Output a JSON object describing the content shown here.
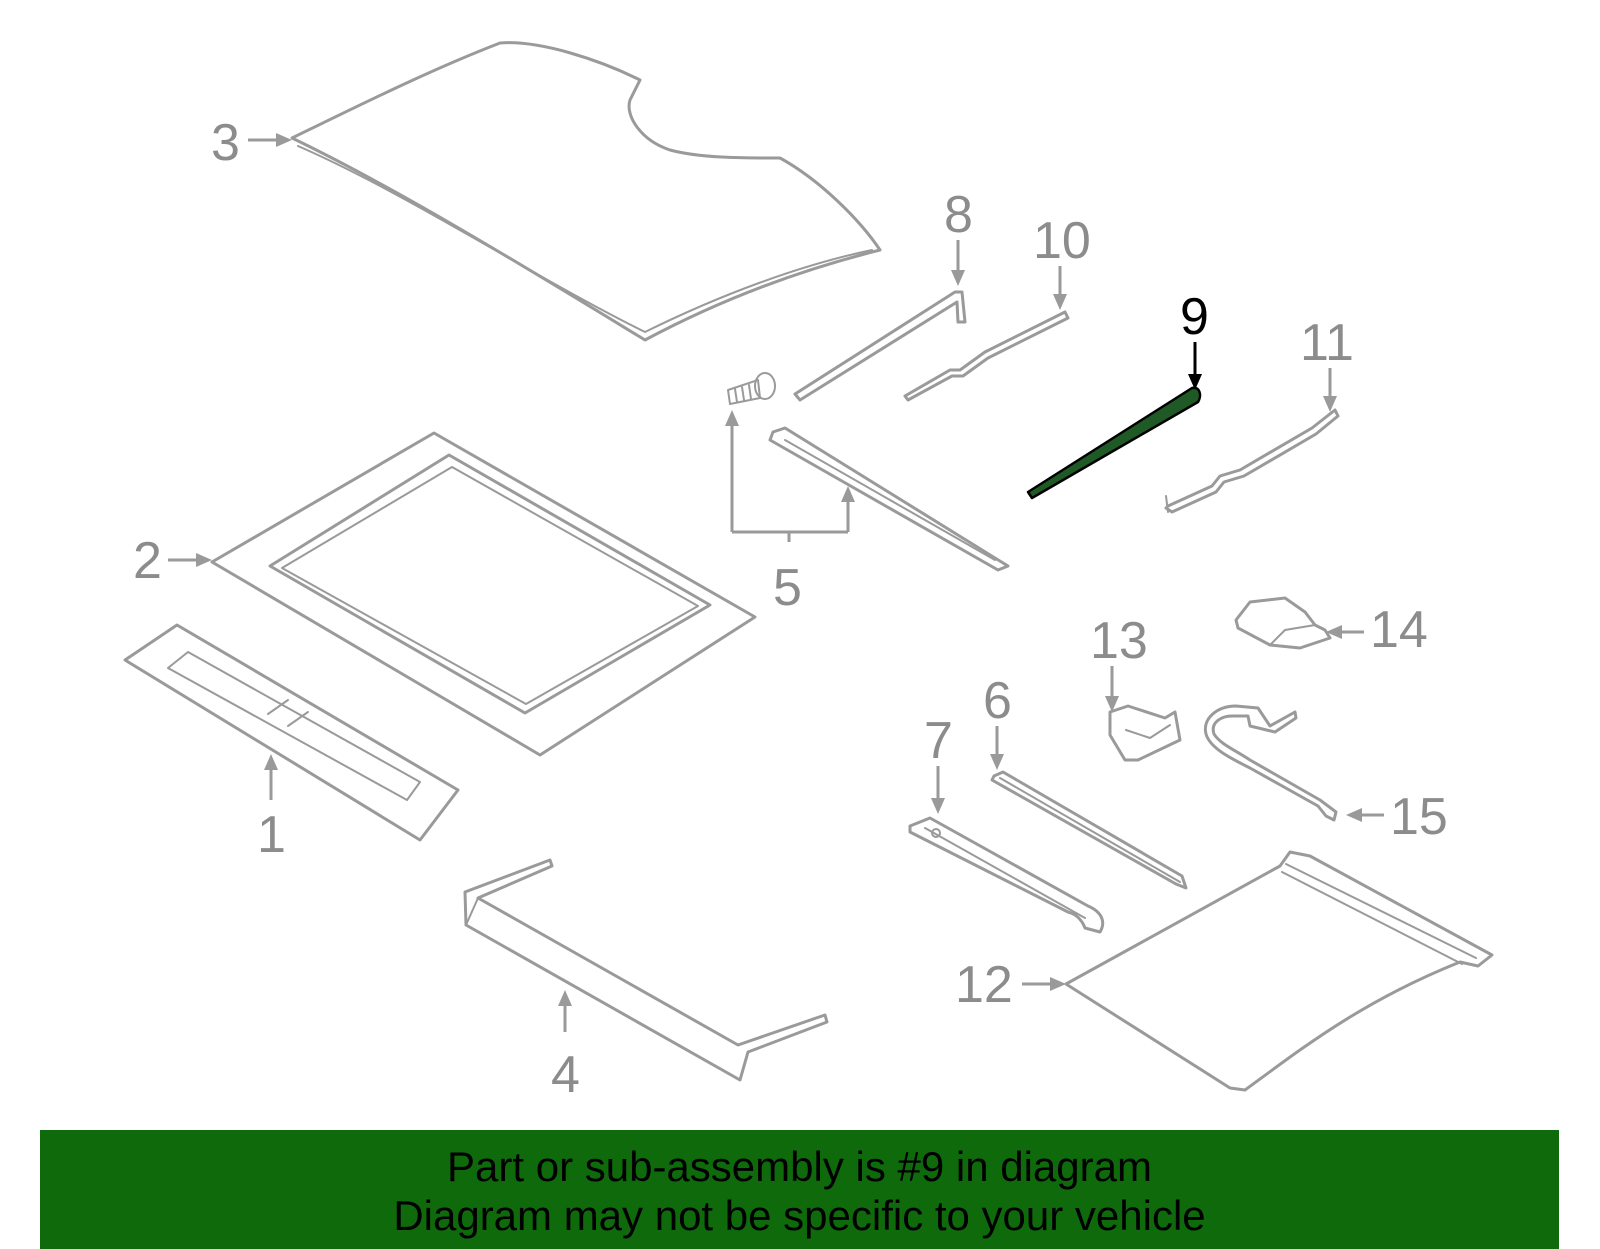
{
  "diagram": {
    "callouts": [
      {
        "id": "1",
        "label": "1"
      },
      {
        "id": "2",
        "label": "2"
      },
      {
        "id": "3",
        "label": "3"
      },
      {
        "id": "4",
        "label": "4"
      },
      {
        "id": "5",
        "label": "5"
      },
      {
        "id": "6",
        "label": "6"
      },
      {
        "id": "7",
        "label": "7"
      },
      {
        "id": "8",
        "label": "8"
      },
      {
        "id": "9",
        "label": "9"
      },
      {
        "id": "10",
        "label": "10"
      },
      {
        "id": "11",
        "label": "11"
      },
      {
        "id": "12",
        "label": "12"
      },
      {
        "id": "13",
        "label": "13"
      },
      {
        "id": "14",
        "label": "14"
      },
      {
        "id": "15",
        "label": "15"
      }
    ],
    "highlighted_part": "9",
    "colors": {
      "part_stroke": "#9a9a9a",
      "highlight": "#000000",
      "highlight_part_fill": "#1f5a26",
      "banner": "#0f6a0c"
    }
  },
  "banner": {
    "line1": "Part or sub-assembly is #9 in diagram",
    "line2": "Diagram may not be specific to your vehicle"
  }
}
